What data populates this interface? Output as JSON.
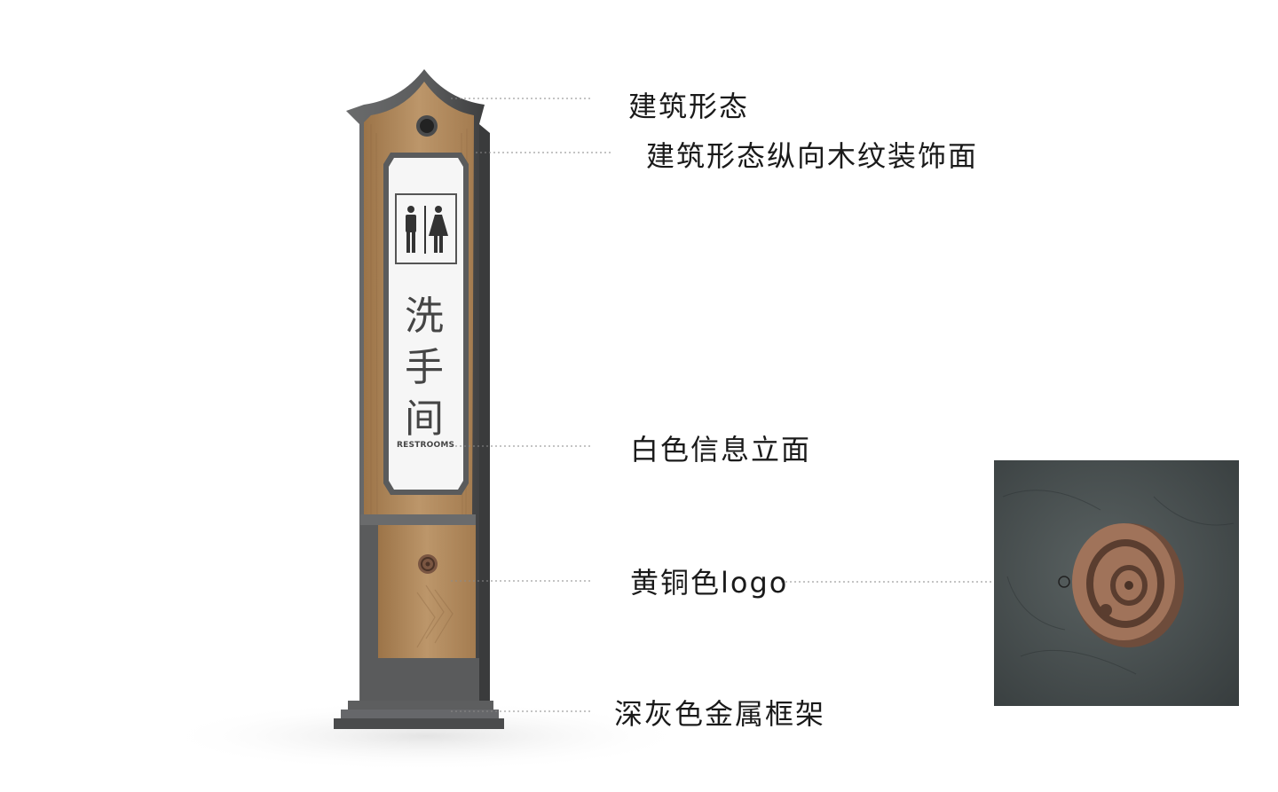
{
  "sign": {
    "name_chars": [
      "洗",
      "手",
      "间"
    ],
    "name_en": "RESTROOMS",
    "icon": "restroom-man-woman-icon"
  },
  "callouts": [
    {
      "id": "roof",
      "text": "建筑形态"
    },
    {
      "id": "wood-face",
      "text": "建筑形态纵向木纹装饰面"
    },
    {
      "id": "info-face",
      "text": "白色信息立面"
    },
    {
      "id": "logo",
      "text": "黄铜色logo"
    },
    {
      "id": "frame",
      "text": "深灰色金属框架"
    }
  ],
  "detail": {
    "subject": "brass-logo-closeup",
    "icon": "brass-logo-emblem-icon"
  },
  "colors": {
    "frame": "#5a5b5c",
    "wood": "#b08a5e",
    "panel": "#f6f6f6",
    "brass": "#a0735a",
    "stone": "#4a5152",
    "leader": "#8a8a8a"
  }
}
